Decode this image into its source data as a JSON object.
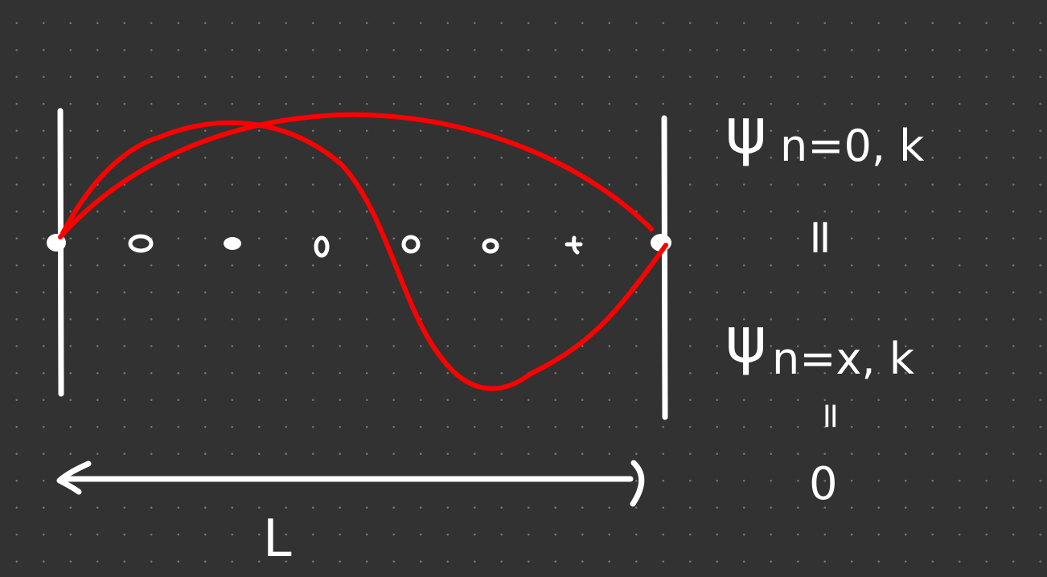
{
  "diagram": {
    "length_label": "L",
    "expressions": {
      "psi_symbol": "ψ",
      "first_subscript": "n=0, k",
      "equals_1": "=",
      "second_subscript": "n=x, k",
      "equals_2": "=",
      "result": "0"
    },
    "colors": {
      "background": "#323232",
      "ink": "#ffffff",
      "wave": "#ff0000"
    }
  }
}
